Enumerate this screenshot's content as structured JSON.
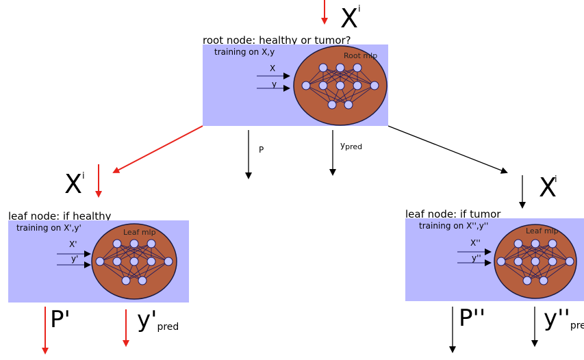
{
  "colors": {
    "panel": "#b8b8ff",
    "mlp_fill": "#b65f3e",
    "mlp_stroke": "#1a1a40",
    "neuron_fill": "#c4c4ff",
    "neuron_stroke": "#1a1a60",
    "edge": "#1a1a60",
    "arrow_red": "#e8231c",
    "arrow_black": "#000000"
  },
  "root": {
    "input_symbol": "X",
    "input_sup": "i",
    "title": "root node: healthy or tumor?",
    "training": "training on X,y",
    "mlp_label": "Root mlp",
    "in1": "X",
    "in2": "y"
  },
  "edges": {
    "p_label": "P",
    "ypred_main": "y",
    "ypred_sub": "pred"
  },
  "left": {
    "input_symbol": "X",
    "input_sup": "i",
    "title": "leaf node: if healthy",
    "training": "training on X',y'",
    "mlp_label": "Leaf mlp",
    "in1": "X'",
    "in2": "y'",
    "out1": "P'",
    "out2_main": "y'",
    "out2_sub": "pred"
  },
  "right": {
    "input_symbol": "X",
    "input_sup": "i",
    "title": "leaf node: if tumor",
    "training": "training on X'',y''",
    "mlp_label": "Leaf mlp",
    "in1": "X''",
    "in2": "y''",
    "out1": "P''",
    "out2_main": "y''",
    "out2_sub": "pred"
  }
}
